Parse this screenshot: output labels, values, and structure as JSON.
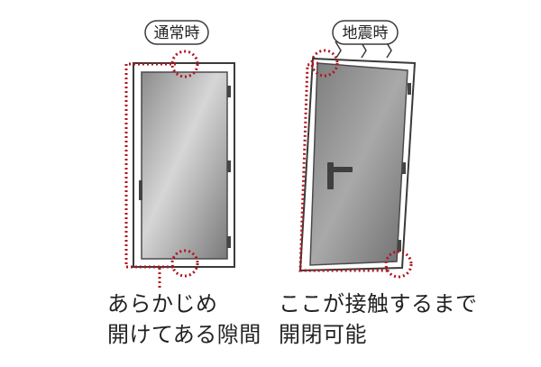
{
  "labels": {
    "normal": "通常時",
    "earthquake": "地震時"
  },
  "captions": {
    "left": [
      "あらかじめ",
      "開けてある隙間"
    ],
    "right": [
      "ここが接触するまで",
      "開閉可能"
    ]
  },
  "colors": {
    "dotted_accent": "#b0161f",
    "outline": "#3a3a3a"
  }
}
